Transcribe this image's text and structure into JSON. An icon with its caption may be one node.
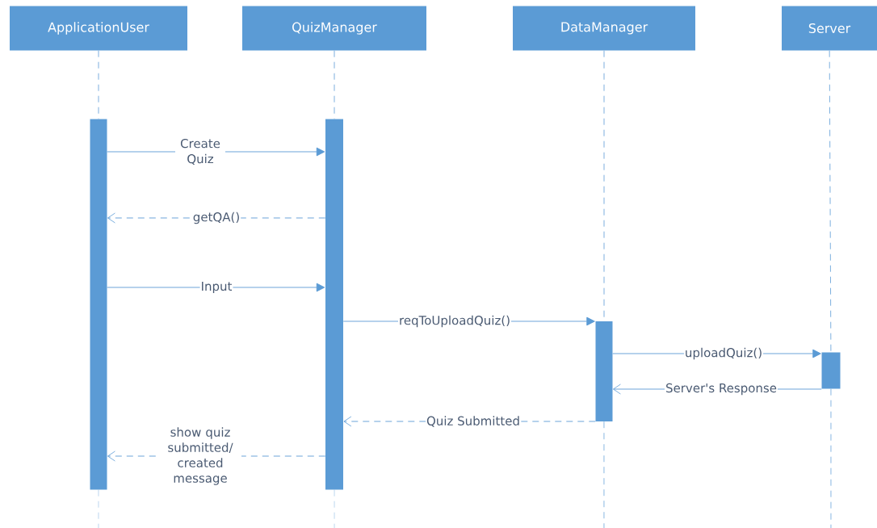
{
  "diagram": {
    "nodes": [
      {
        "text": [
          "ApplicationUser"
        ]
      },
      {
        "text": [
          "QuizManager"
        ]
      },
      {
        "text": [
          "DataManager"
        ]
      },
      {
        "text": [
          "Server"
        ]
      },
      {
        "text": [],
        "shape": "bar"
      },
      {
        "text": [],
        "shape": "bar"
      },
      {
        "text": [],
        "shape": "bar"
      },
      {
        "text": [],
        "shape": "bar"
      }
    ],
    "edges": [
      {
        "from": 0,
        "to": 4,
        "arrow": "none",
        "style": "dashed"
      },
      {
        "from": 1,
        "to": 5,
        "arrow": "none",
        "style": "dashed"
      },
      {
        "from": 2,
        "to": 6,
        "arrow": "none",
        "style": "dashed"
      },
      {
        "from": 3,
        "to": 7,
        "arrow": "none",
        "style": "dashed"
      },
      {
        "from": 4,
        "to": 5,
        "arrow": "to",
        "label": "Create Quiz"
      },
      {
        "from": 5,
        "to": 4,
        "arrow": "to",
        "label": "getQA()",
        "style": "dashed"
      },
      {
        "from": 4,
        "to": 5,
        "arrow": "to",
        "label": "Input"
      },
      {
        "from": 5,
        "to": 6,
        "arrow": "to",
        "label": "reqToUploadQuiz()"
      },
      {
        "from": 6,
        "to": 7,
        "arrow": "to",
        "label": "uploadQuiz()"
      },
      {
        "from": 7,
        "to": 6,
        "arrow": "to",
        "label": "Server's Response"
      },
      {
        "from": 6,
        "to": 5,
        "arrow": "to",
        "label": "Quiz Submitted",
        "style": "dashed"
      },
      {
        "from": 5,
        "to": 4,
        "arrow": "to",
        "label": "show quiz submitted/ created message",
        "style": "dashed"
      }
    ]
  }
}
